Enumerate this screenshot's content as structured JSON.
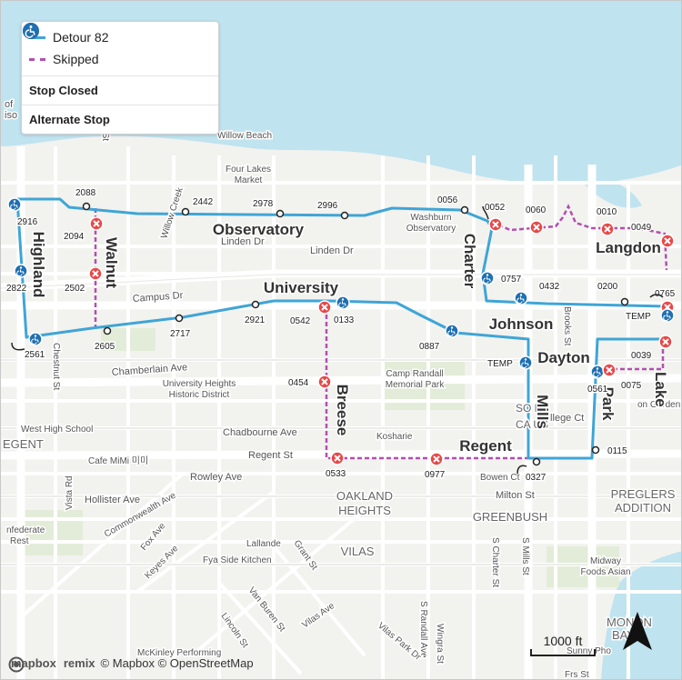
{
  "legend": {
    "route_label": "Detour 82",
    "skipped_label": "Skipped",
    "closed_label": "Stop Closed",
    "alternate_label": "Alternate Stop",
    "route_color": "#3fa5d6",
    "skipped_color": "#b24fb0",
    "closed_color": "#e84848",
    "alternate_color": "#1f6fb2"
  },
  "roads": {
    "highland": "Highland",
    "walnut": "Walnut",
    "observatory": "Observatory",
    "university": "University",
    "charter": "Charter",
    "johnson": "Johnson",
    "dayton": "Dayton",
    "langdon": "Langdon",
    "breese": "Breese",
    "mills": "Mills",
    "park": "Park",
    "regent": "Regent",
    "lake": "Lake"
  },
  "places": {
    "willow_beach": "Willow Beach",
    "four_lakes": "Four Lakes",
    "market": "Market",
    "washburn_1": "Washburn",
    "washburn_2": "Observatory",
    "linden_dr_1": "Linden Dr",
    "linden_dr_2": "Linden Dr",
    "campus_dr": "Campus Dr",
    "willow_creek": "Willow Creek",
    "chamberlain": "Chamberlain Ave",
    "uh_1": "University Heights",
    "uh_2": "Historic District",
    "camp_randall_1": "Camp Randall",
    "camp_randall_2": "Memorial Park",
    "west_hs": "West High School",
    "chadbourne": "Chadbourne Ave",
    "regent_st": "Regent St",
    "egent": "EGENT",
    "cafe_mimi": "Cafe MiMi 미미",
    "rowley": "Rowley Ave",
    "hollister": "Hollister Ave",
    "commonwealth": "Commonwealth Ave",
    "confederate_1": "nfederate",
    "confederate_2": "Rest",
    "vista": "Vista Rd",
    "fox": "Fox Ave",
    "keyes": "Keyes Ave",
    "lallande": "Lallande",
    "fya": "Fya Side Kitchen",
    "grant": "Grant St",
    "van_buren": "Van Buren St",
    "lincoln": "Lincoln St",
    "vilas_ave": "Vilas Ave",
    "vilas": "VILAS",
    "oakland_1": "OAKLAND",
    "oakland_2": "HEIGHTS",
    "greenbush": "GREENBUSH",
    "milton": "Milton St",
    "bowen": "Bowen Ct",
    "college": "College Ct",
    "kosharie": "Kosharie",
    "south_1": "SO  H",
    "south_2": "CA  US",
    "s_charter": "S Charter St",
    "s_mills": "S Mills St",
    "s_randall": "S Randall Ave",
    "vilas_park": "Vilas Park Dr",
    "wingra": "Wingra St",
    "mckinley": "McKinley Performing",
    "chestnut": "Chestnut St",
    "nut_st": "nut St",
    "preglers_1": "PREGLERS",
    "preglers_2": "ADDITION",
    "midway_1": "Midway",
    "midway_2": "Foods Asian",
    "monon_1": "MONON",
    "monon_2": "BAY",
    "sunny": "Sunny Pho",
    "garden": "on Garden Inn",
    "brooks": "Brooks St",
    "of": "of",
    "iso": "iso",
    "frs": "Frs St"
  },
  "stops": {
    "s2916": "2916",
    "s2088": "2088",
    "s2442": "2442",
    "s2978": "2978",
    "s2996": "2996",
    "s0056": "0056",
    "s0052": "0052",
    "s0060": "0060",
    "s0010": "0010",
    "s0049": "0049",
    "s2094": "2094",
    "s2822": "2822",
    "s2502": "2502",
    "s0757": "0757",
    "s0432": "0432",
    "s0200": "0200",
    "s0765": "0765",
    "s2921": "2921",
    "s0542": "0542",
    "s0133": "0133",
    "s2561": "2561",
    "s2605": "2605",
    "s2717": "2717",
    "s0887": "0887",
    "temp_a": "TEMP",
    "s0039": "0039",
    "s0454": "0454",
    "temp_b": "TEMP",
    "s0561": "0561",
    "s0075": "0075",
    "s0115": "0115",
    "s0533": "0533",
    "s0977": "0977",
    "s0327": "0327"
  },
  "scale": "1000 ft",
  "attribution": {
    "mapbox": "mapbox",
    "remix": "remix",
    "credits": "© Mapbox © OpenStreetMap"
  }
}
